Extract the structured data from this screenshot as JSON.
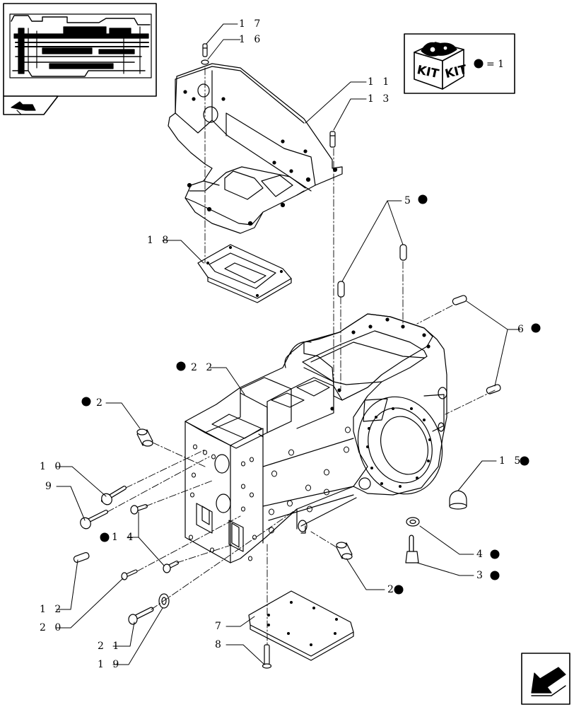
{
  "kit_legend": {
    "icon_text_left": "KIT",
    "icon_text_right": "KIT",
    "equals_text": "= 1"
  },
  "callouts": [
    {
      "id": "c17",
      "text": "1 7"
    },
    {
      "id": "c16",
      "text": "1 6"
    },
    {
      "id": "c11",
      "text": "1 1"
    },
    {
      "id": "c13",
      "text": "1 3"
    },
    {
      "id": "c18",
      "text": "1 8"
    },
    {
      "id": "c5",
      "text": "5"
    },
    {
      "id": "c6",
      "text": "6"
    },
    {
      "id": "c22",
      "text": "2 2"
    },
    {
      "id": "c2a",
      "text": "2"
    },
    {
      "id": "c10",
      "text": "1 0"
    },
    {
      "id": "c9",
      "text": "9"
    },
    {
      "id": "c14",
      "text": "1 4"
    },
    {
      "id": "c15",
      "text": "1 5"
    },
    {
      "id": "c4",
      "text": "4"
    },
    {
      "id": "c3",
      "text": "3"
    },
    {
      "id": "c2b",
      "text": "2"
    },
    {
      "id": "c12",
      "text": "1 2"
    },
    {
      "id": "c20",
      "text": "2 0"
    },
    {
      "id": "c7",
      "text": "7"
    },
    {
      "id": "c8",
      "text": "8"
    },
    {
      "id": "c21",
      "text": "2 1"
    },
    {
      "id": "c19",
      "text": "1 9"
    }
  ],
  "colors": {
    "ink": "#000000",
    "paper": "#ffffff"
  }
}
